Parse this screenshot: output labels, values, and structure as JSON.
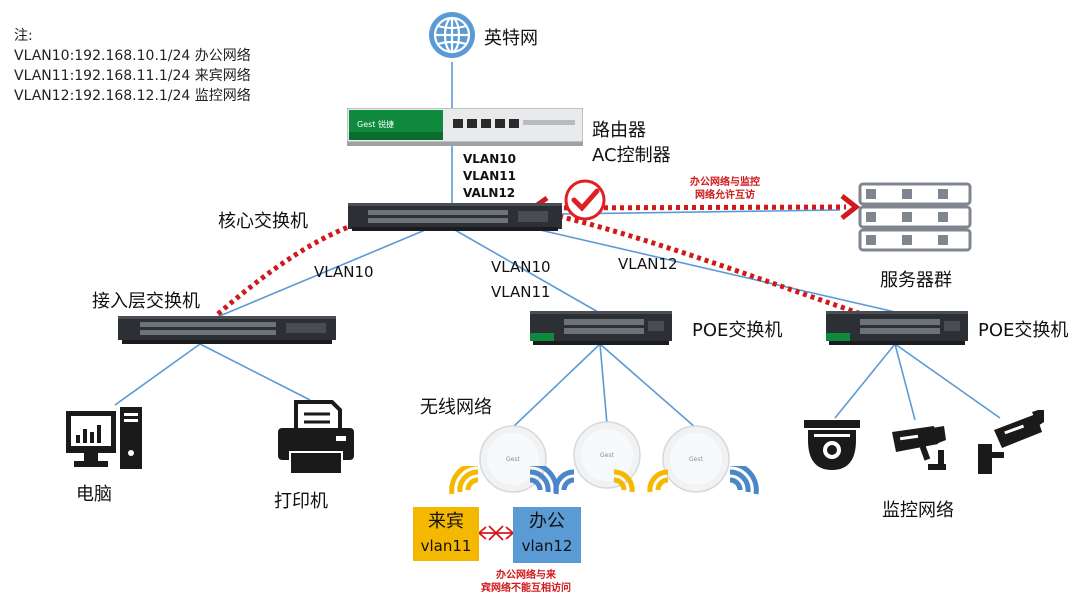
{
  "note": {
    "heading": "注:",
    "lines": [
      "VLAN10:192.168.10.1/24 办公网络",
      "VLAN11:192.168.11.1/24 来宾网络",
      "VLAN12:192.168.12.1/24 监控网络"
    ]
  },
  "nodes": {
    "internet": "英特网",
    "router_line1": "路由器",
    "router_line2": "AC控制器",
    "trunk_vlans": [
      "VLAN10",
      "VLAN11",
      "VALN12"
    ],
    "core_switch": "核心交换机",
    "server_farm": "服务器群",
    "access_switch": "接入层交换机",
    "poe_switch_1": "POE交换机",
    "poe_switch_2": "POE交换机",
    "wireless": "无线网络",
    "pc": "电脑",
    "printer": "打印机",
    "surveillance": "监控网络"
  },
  "links": {
    "to_access": "VLAN10",
    "to_poe1_line1": "VLAN10",
    "to_poe1_line2": "VLAN11",
    "to_poe2": "VLAN12"
  },
  "annotations": {
    "allowed_line1": "办公网络与监控",
    "allowed_line2": "网络允许互访",
    "denied_line1": "办公网络与来",
    "denied_line2": "宾网络不能互相访问"
  },
  "ssids": {
    "guest_name": "来宾",
    "guest_vlan": "vlan11",
    "office_name": "办公",
    "office_vlan": "vlan12"
  },
  "colors": {
    "link_line": "#5b9bd5",
    "traffic_path": "#d0191b",
    "guest_box": "#f5b800",
    "office_box": "#5b9bd5",
    "wifi_yellow": "#f5b800",
    "wifi_blue": "#4a86c8",
    "device_icon": "#1a1a1a",
    "check_mark": "#e02020"
  },
  "icons": [
    "globe-icon",
    "router-icon",
    "switch-icon",
    "server-rack-icon",
    "access-point-icon",
    "computer-icon",
    "printer-icon",
    "dome-camera-icon",
    "bullet-camera-icon",
    "wifi-signal-icon",
    "check-icon",
    "blocked-icon"
  ]
}
